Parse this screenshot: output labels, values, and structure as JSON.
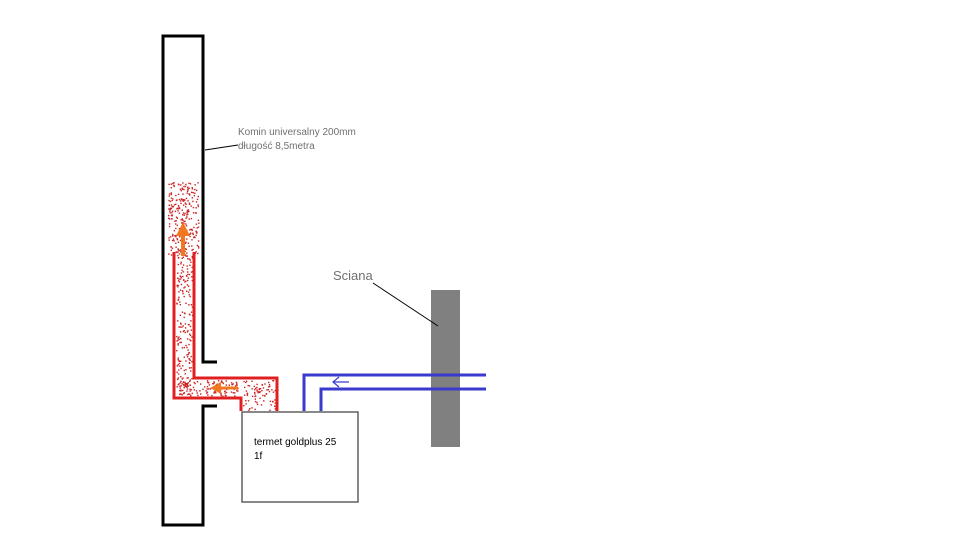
{
  "labels": {
    "chimney_line1": "Komin universalny 200mm",
    "chimney_line2": "długość 8,5metra",
    "wall": "Sciana",
    "boiler_line1": "termet goldplus 25",
    "boiler_line2": "1f"
  },
  "colors": {
    "outline": "#000000",
    "flue_pipe": "#e02020",
    "smoke_dots": "#cc2222",
    "flow_arrow": "#f07820",
    "air_pipe": "#3a3acc",
    "wall": "#808080",
    "label_text": "#707070",
    "boiler_border": "#606060"
  }
}
